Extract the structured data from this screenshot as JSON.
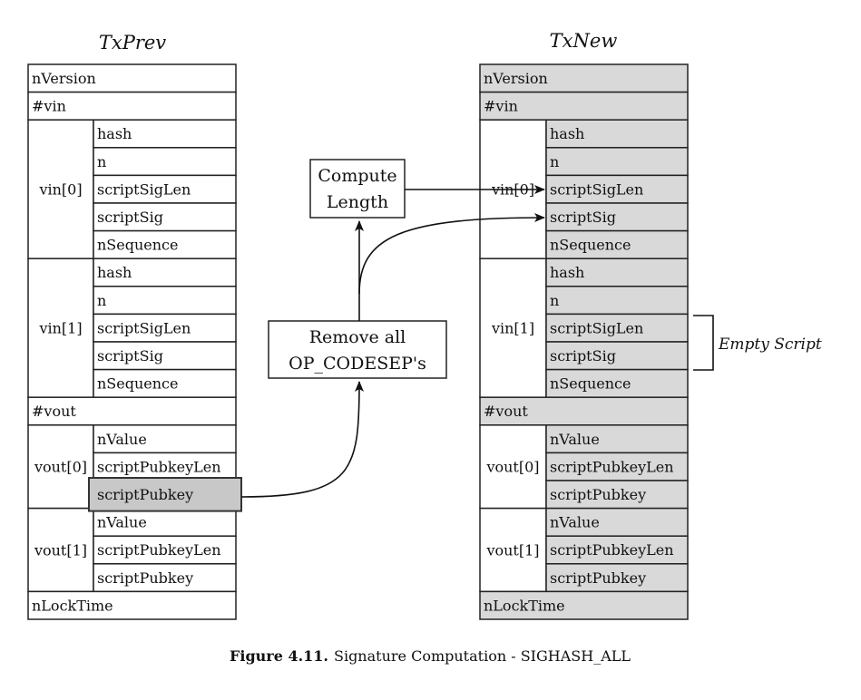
{
  "titles": {
    "prev": "TxPrev",
    "new": "TxNew"
  },
  "tx_prev": {
    "nVersion": "nVersion",
    "vin_count": "#vin",
    "vin": [
      {
        "label": "vin[0]",
        "fields": [
          "hash",
          "n",
          "scriptSigLen",
          "scriptSig",
          "nSequence"
        ]
      },
      {
        "label": "vin[1]",
        "fields": [
          "hash",
          "n",
          "scriptSigLen",
          "scriptSig",
          "nSequence"
        ]
      }
    ],
    "vout_count": "#vout",
    "vout": [
      {
        "label": "vout[0]",
        "fields": [
          "nValue",
          "scriptPubkeyLen",
          "scriptPubkey"
        ]
      },
      {
        "label": "vout[1]",
        "fields": [
          "nValue",
          "scriptPubkeyLen",
          "scriptPubkey"
        ]
      }
    ],
    "nLockTime": "nLockTime"
  },
  "tx_new": {
    "nVersion": "nVersion",
    "vin_count": "#vin",
    "vin": [
      {
        "label": "vin[0]",
        "fields": [
          "hash",
          "n",
          "scriptSigLen",
          "scriptSig",
          "nSequence"
        ]
      },
      {
        "label": "vin[1]",
        "fields": [
          "hash",
          "n",
          "scriptSigLen",
          "scriptSig",
          "nSequence"
        ]
      }
    ],
    "vout_count": "#vout",
    "vout": [
      {
        "label": "vout[0]",
        "fields": [
          "nValue",
          "scriptPubkeyLen",
          "scriptPubkey"
        ]
      },
      {
        "label": "vout[1]",
        "fields": [
          "nValue",
          "scriptPubkeyLen",
          "scriptPubkey"
        ]
      }
    ],
    "nLockTime": "nLockTime"
  },
  "boxes": {
    "compute": [
      "Compute",
      "Length"
    ],
    "remove": [
      "Remove all",
      "OP_CODESEP's"
    ]
  },
  "annotation": "Empty Script",
  "caption": {
    "number": "Figure 4.11.",
    "text": "Signature Computation - SIGHASH_ALL"
  },
  "colors": {
    "shaded_fill": "#d9d9d9",
    "highlight_fill": "#c8c8c8",
    "stroke": "#222222"
  }
}
